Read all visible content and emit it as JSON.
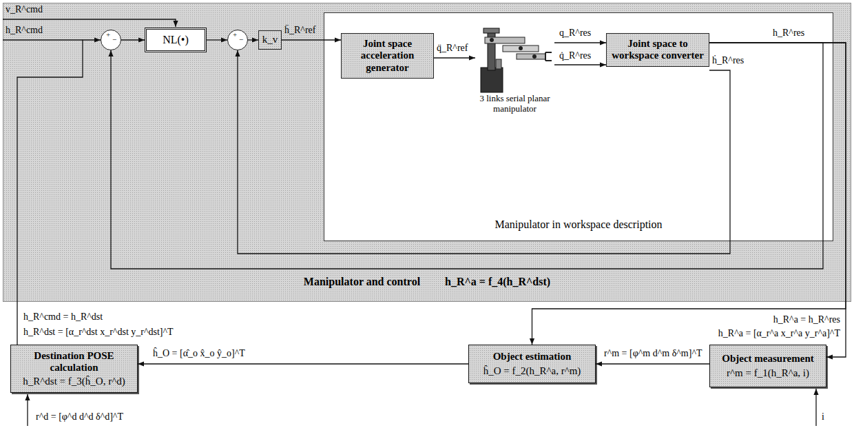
{
  "diagram": {
    "nodes": [
      {
        "text": [
          "Manipulator and control",
          "h_R^a = f_4(h_R^dst)"
        ]
      },
      {
        "text": [
          "+",
          "−"
        ],
        "in": 0
      },
      {
        "text": [
          "NL(•)"
        ],
        "in": 0
      },
      {
        "text": [
          "+",
          "−"
        ],
        "in": 0
      },
      {
        "text": [
          "k_v"
        ],
        "in": 0
      },
      {
        "text": [
          "Manipulator in workspace description"
        ],
        "in": 0
      },
      {
        "text": [
          "Joint space acceleration generator"
        ],
        "in": 5
      },
      {
        "text": [
          "3 links serial planar manipulator"
        ],
        "in": 5
      },
      {
        "text": [
          "Joint space to workspace converter"
        ],
        "in": 5
      },
      {
        "text": [
          "Destination POSE calculation",
          "h_R^dst = f_3(ĥ_O, r^d)"
        ]
      },
      {
        "text": [
          "Object estimation",
          "ĥ_O = f_2(h_R^a, r^m)"
        ]
      },
      {
        "text": [
          "Object measurement",
          "r^m = f_1(h_R^a, i)"
        ]
      }
    ],
    "edges": [
      {
        "from": 1,
        "to": 2,
        "arrow": "to"
      },
      {
        "from": 2,
        "to": 3,
        "arrow": "to"
      },
      {
        "from": 3,
        "to": 4,
        "arrow": "to"
      },
      {
        "from": 4,
        "to": 6,
        "label": "ḧ_R^ref",
        "arrow": "to"
      },
      {
        "from": 6,
        "to": 7,
        "label": "q̈_R^ref",
        "arrow": "to"
      },
      {
        "from": 7,
        "to": 8,
        "label": "q_R^res",
        "arrow": "to"
      },
      {
        "from": 7,
        "to": 8,
        "label": "q̇_R^res",
        "arrow": "to"
      },
      {
        "from": 8,
        "to": 3,
        "label": "ḣ_R^res",
        "arrow": "to"
      },
      {
        "from": 8,
        "to": 1,
        "arrow": "to"
      },
      {
        "from": 8,
        "to": 11,
        "arrow": "to"
      },
      {
        "from": 8,
        "to": 10,
        "arrow": "to"
      },
      {
        "from": 11,
        "to": 10,
        "label": "r^m = [φ^m d^m δ^m]^T",
        "arrow": "to"
      },
      {
        "from": 10,
        "to": 9,
        "label": "ĥ_O = [α̂_o x̂_o ŷ_o]^T",
        "arrow": "to"
      },
      {
        "from": 9,
        "to": 1,
        "arrow": "to"
      }
    ],
    "labels": [
      "v_R^cmd",
      "h_R^cmd",
      "h_R^res",
      "h_R^cmd = h_R^dst",
      "h_R^dst = [α_r^dst x_r^dst y_r^dst]^T",
      "h_R^a = h_R^res",
      "h_R^a = [α_r^a x_r^a y_r^a]^T",
      "r^d = [φ^d d^d δ^d]^T",
      "i"
    ]
  }
}
